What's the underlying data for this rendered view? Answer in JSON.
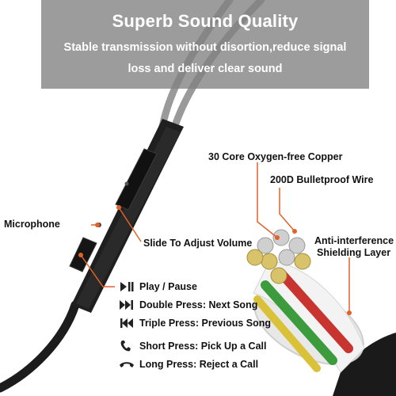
{
  "banner": {
    "title": "Superb Sound Quality",
    "line1": "Stable transmission without disortion,reduce signal",
    "line2": "loss and deliver clear sound"
  },
  "labels": {
    "copper": "30 Core Oxygen-free Copper",
    "wire": "200D Bulletproof Wire",
    "shielding_1": "Anti-interference",
    "shielding_2": "Shielding Layer",
    "microphone": "Microphone",
    "volume": "Slide To Adjust Volume"
  },
  "controls": [
    {
      "icon": "play-pause-icon",
      "text": "Play / Pause"
    },
    {
      "icon": "next-song-icon",
      "text": "Double Press: Next Song"
    },
    {
      "icon": "previous-song-icon",
      "text": "Triple Press: Previous Song"
    },
    {
      "icon": "pick-up-call-icon",
      "text": "Short Press: Pick Up a Call"
    },
    {
      "icon": "reject-call-icon",
      "text": "Long Press: Reject a Call"
    }
  ],
  "colors": {
    "accent": "#e0622a",
    "banner": "#808080",
    "cable": "#1c1c1c"
  }
}
